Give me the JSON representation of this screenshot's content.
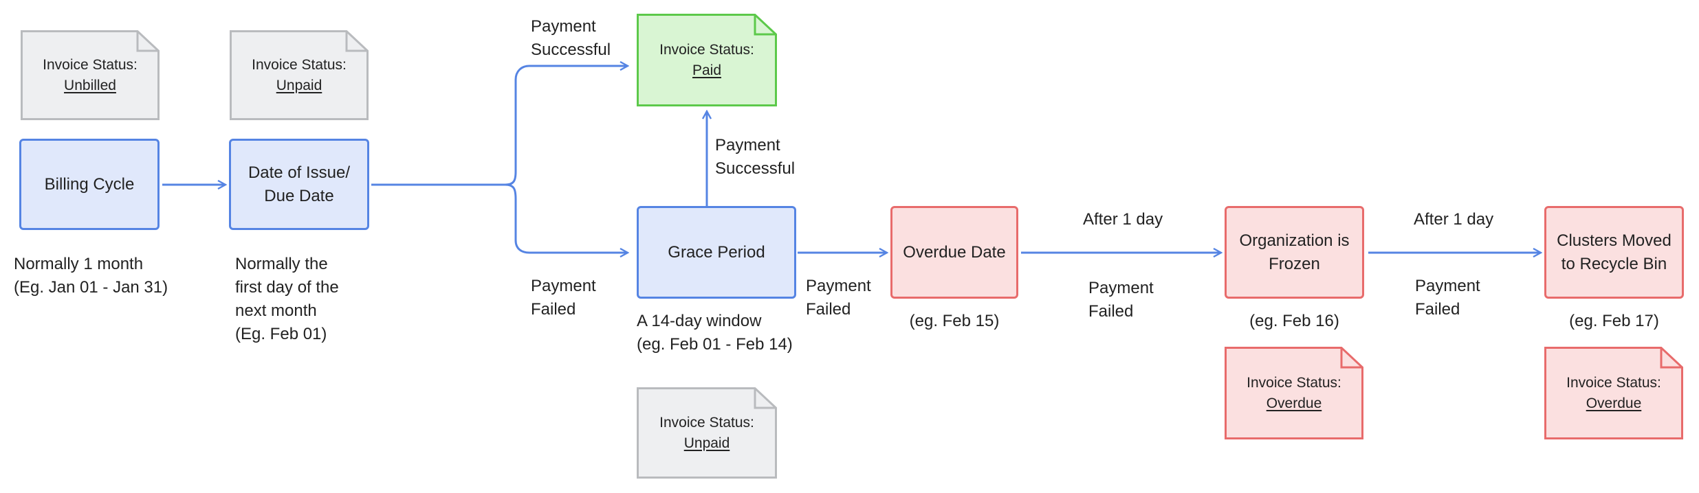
{
  "nodes": {
    "billing_cycle": "Billing Cycle",
    "date_of_issue_line1": "Date of Issue/",
    "date_of_issue_line2": "Due Date",
    "grace_period": "Grace Period",
    "overdue_date": "Overdue Date",
    "org_frozen_line1": "Organization is",
    "org_frozen_line2": "Frozen",
    "clusters_moved_line1": "Clusters Moved",
    "clusters_moved_line2": "to Recycle Bin"
  },
  "invoice": {
    "prefix": "Invoice Status:",
    "unbilled": "Unbilled",
    "unpaid": "Unpaid",
    "paid": "Paid",
    "overdue": "Overdue"
  },
  "notes": {
    "billing_cycle_line1": "Normally 1 month",
    "billing_cycle_line2": "(Eg. Jan 01 - Jan 31)",
    "date_issue_line1": "Normally the",
    "date_issue_line2": "first day of the",
    "date_issue_line3": "next month",
    "date_issue_line4": "(Eg. Feb 01)",
    "grace_line1": "A 14-day window",
    "grace_line2": "(eg. Feb 01 - Feb 14)",
    "overdue_example": "(eg. Feb 15)",
    "frozen_example": "(eg. Feb 16)",
    "clusters_example": "(eg. Feb 17)"
  },
  "edges": {
    "payment": "Payment",
    "successful": "Successful",
    "failed": "Failed",
    "after_1_day": "After 1 day"
  },
  "colors": {
    "blue_fill": "#e0e8fb",
    "blue_stroke": "#5584e3",
    "red_fill": "#fbe0e0",
    "red_stroke": "#e86b6b",
    "green_fill": "#d9f5d3",
    "green_stroke": "#5cc94a",
    "gray_fill": "#eeeff1",
    "gray_stroke": "#b9bbbe",
    "arrow": "#5584e3"
  }
}
